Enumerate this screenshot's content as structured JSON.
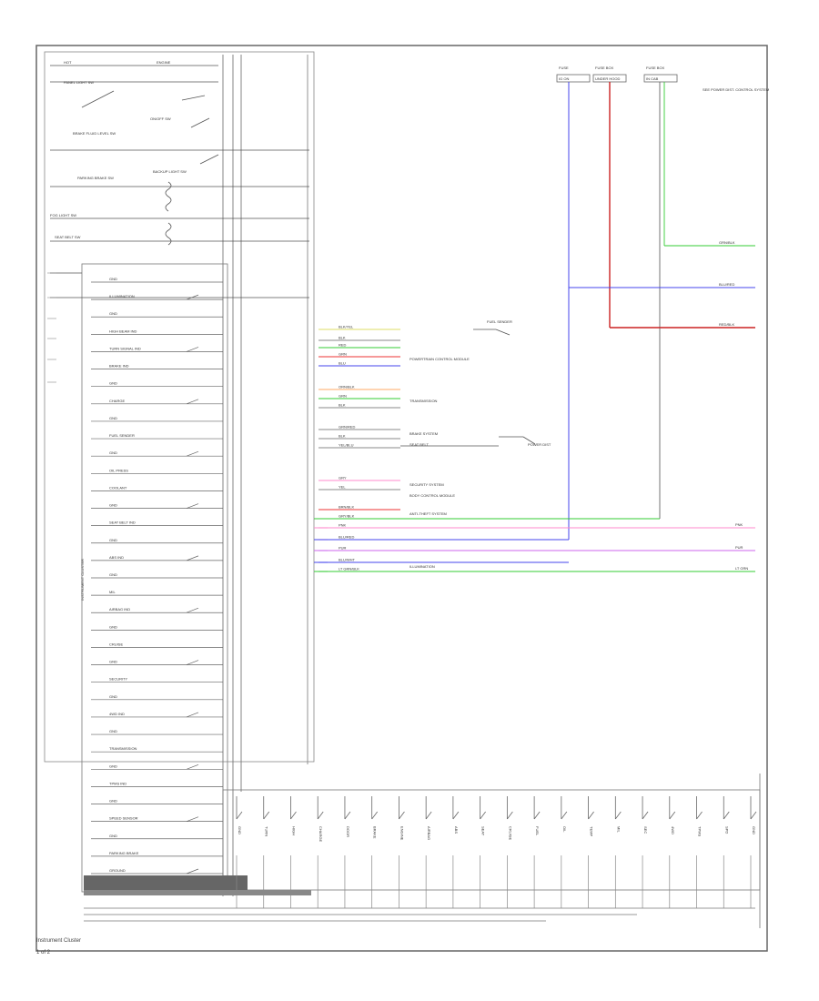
{
  "diagram": {
    "footer_caption": "Instrument Cluster",
    "page_number": "1 of 2",
    "top_left_labels": [
      "HOT",
      "PANEL LIGHT SW",
      "BRAKE FLUID LEVEL SW",
      "PARKING BRAKE SW",
      "FOG LIGHT SW",
      "SEAT BELT SW"
    ],
    "top_center_labels": [
      "ENGINE",
      "ON/OFF SW",
      "BACKUP LIGHT SW"
    ],
    "top_right_modules": [
      {
        "label": "FUSE",
        "sub": "IG ON"
      },
      {
        "label": "FUSE BOX",
        "sub": "UNDER HOOD"
      },
      {
        "label": "FUSE BOX",
        "sub": "IN CAB"
      }
    ],
    "right_note": "SEE POWER DIST. CONTROL SYSTEM",
    "right_wire_labels": [
      "GRN/BLK",
      "BLU/RED",
      "RED/BLK"
    ],
    "left_ic_labels": [
      "GND",
      "ILLUMINATION",
      "GND",
      "HIGH BEAM IND",
      "TURN SIGNAL IND",
      "BRAKE IND",
      "GND",
      "CHARGE",
      "GND",
      "FUEL SENDER",
      "GND",
      "OIL PRESS",
      "COOLANT",
      "GND",
      "SEAT BELT IND",
      "GND",
      "ABS IND",
      "GND",
      "MIL",
      "AIRBAG IND",
      "GND",
      "CRUISE",
      "GND",
      "SECURITY",
      "GND",
      "4WD IND",
      "GND",
      "TRANSMISSION",
      "GND",
      "TPMS IND",
      "GND",
      "SPEED SENSOR",
      "GND",
      "PARKING BRAKE",
      "GROUND"
    ],
    "mid_connector_labels": [
      "BLK/YEL",
      "BLK",
      "RED",
      "GRN",
      "BLU",
      "ORN/BLK",
      "GRN",
      "BLK",
      "GRN/RED",
      "BLK",
      "YEL/BLU",
      "GRY",
      "YEL",
      "BRN/BLK",
      "GRY/BLK",
      "PNK",
      "BLU/RED",
      "PUR",
      "BLU/WHT",
      "LT GRN/BLK"
    ],
    "mid_connector_notes": [
      "FUEL SENDER",
      "POWERTRAIN CONTROL MODULE",
      "TRANSMISSION",
      "BRAKE SYSTEM",
      "SEAT BELT",
      "SECURITY SYSTEM",
      "BODY CONTROL MODULE",
      "ANTI-THEFT SYSTEM",
      "ILLUMINATION",
      "POWER DIST"
    ],
    "bottom_terminal_labels": [
      "GND",
      "TURN",
      "HIGH",
      "CHARGE",
      "DOOR",
      "BRAKE",
      "ENGINE",
      "AIRBAG",
      "ABS",
      "SEAT",
      "CRUISE",
      "FUEL",
      "OIL",
      "TEMP",
      "MIL",
      "SEC",
      "4WD",
      "TPMS",
      "SPD",
      "GND"
    ],
    "right_end_labels": [
      "PNK",
      "PUR",
      "LT GRN"
    ],
    "colors": {
      "frame": "#555555",
      "wire_yellow": "#dddd66",
      "wire_orange": "#ffaa66",
      "wire_green": "#33cc33",
      "wire_red": "#ee3333",
      "wire_blue": "#4444ee",
      "wire_pink": "#ff88cc",
      "wire_purple": "#cc66ee",
      "wire_dark_red": "#cc2222"
    }
  }
}
